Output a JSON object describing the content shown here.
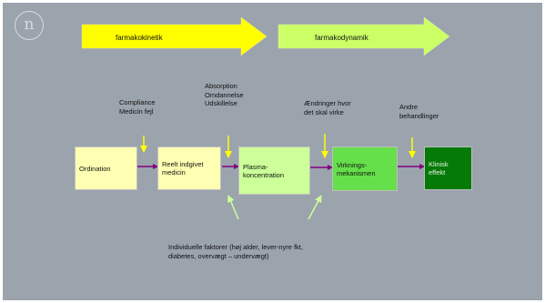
{
  "logo": {
    "letter": "n"
  },
  "arrows": {
    "left_label": "farmakokinetik",
    "right_label": "farmakodynamik"
  },
  "boxes": [
    {
      "label": "Ordination",
      "color": "#ffffb3"
    },
    {
      "label": "Reelt indgivet\nmedicin",
      "color": "#ffffb3"
    },
    {
      "label": "Plasma-\nkoncentration",
      "color": "#ccff99"
    },
    {
      "label": "Virknings-\nmekanismen",
      "color": "#66e04a"
    },
    {
      "label": "Klinisk\neffekt",
      "color": "#067a06"
    }
  ],
  "notes": {
    "compliance": "Compliance\nMedicin fejl",
    "absorption": "Absorption\nOmdannelse\nUdskillelse",
    "changes": "Ændringer hvor\ndet skal virke",
    "other": "Andre\nbehandlinger",
    "individual": "Individuelle faktorer (høj alder, lever-nyre fkt,\ndiabetes, overvægt – undervægt)"
  },
  "colors": {
    "background": "#9ba3ad",
    "arrow_yellow": "#ffff00",
    "arrow_green": "#ccff66",
    "flow_arrow": "#800080",
    "down_arrow": "#ffff00",
    "up_arrow": "#ccff99"
  }
}
